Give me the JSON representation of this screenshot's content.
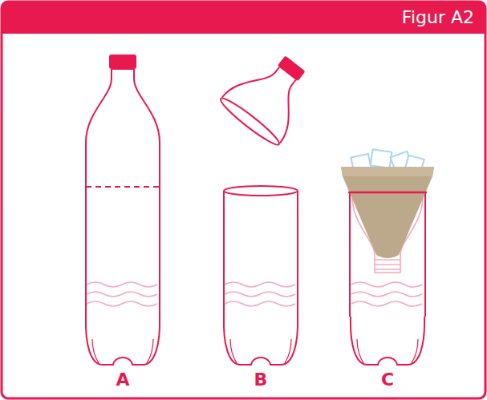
{
  "diagram": {
    "title": "Figur A2",
    "labels": [
      "A",
      "B",
      "C"
    ]
  }
}
